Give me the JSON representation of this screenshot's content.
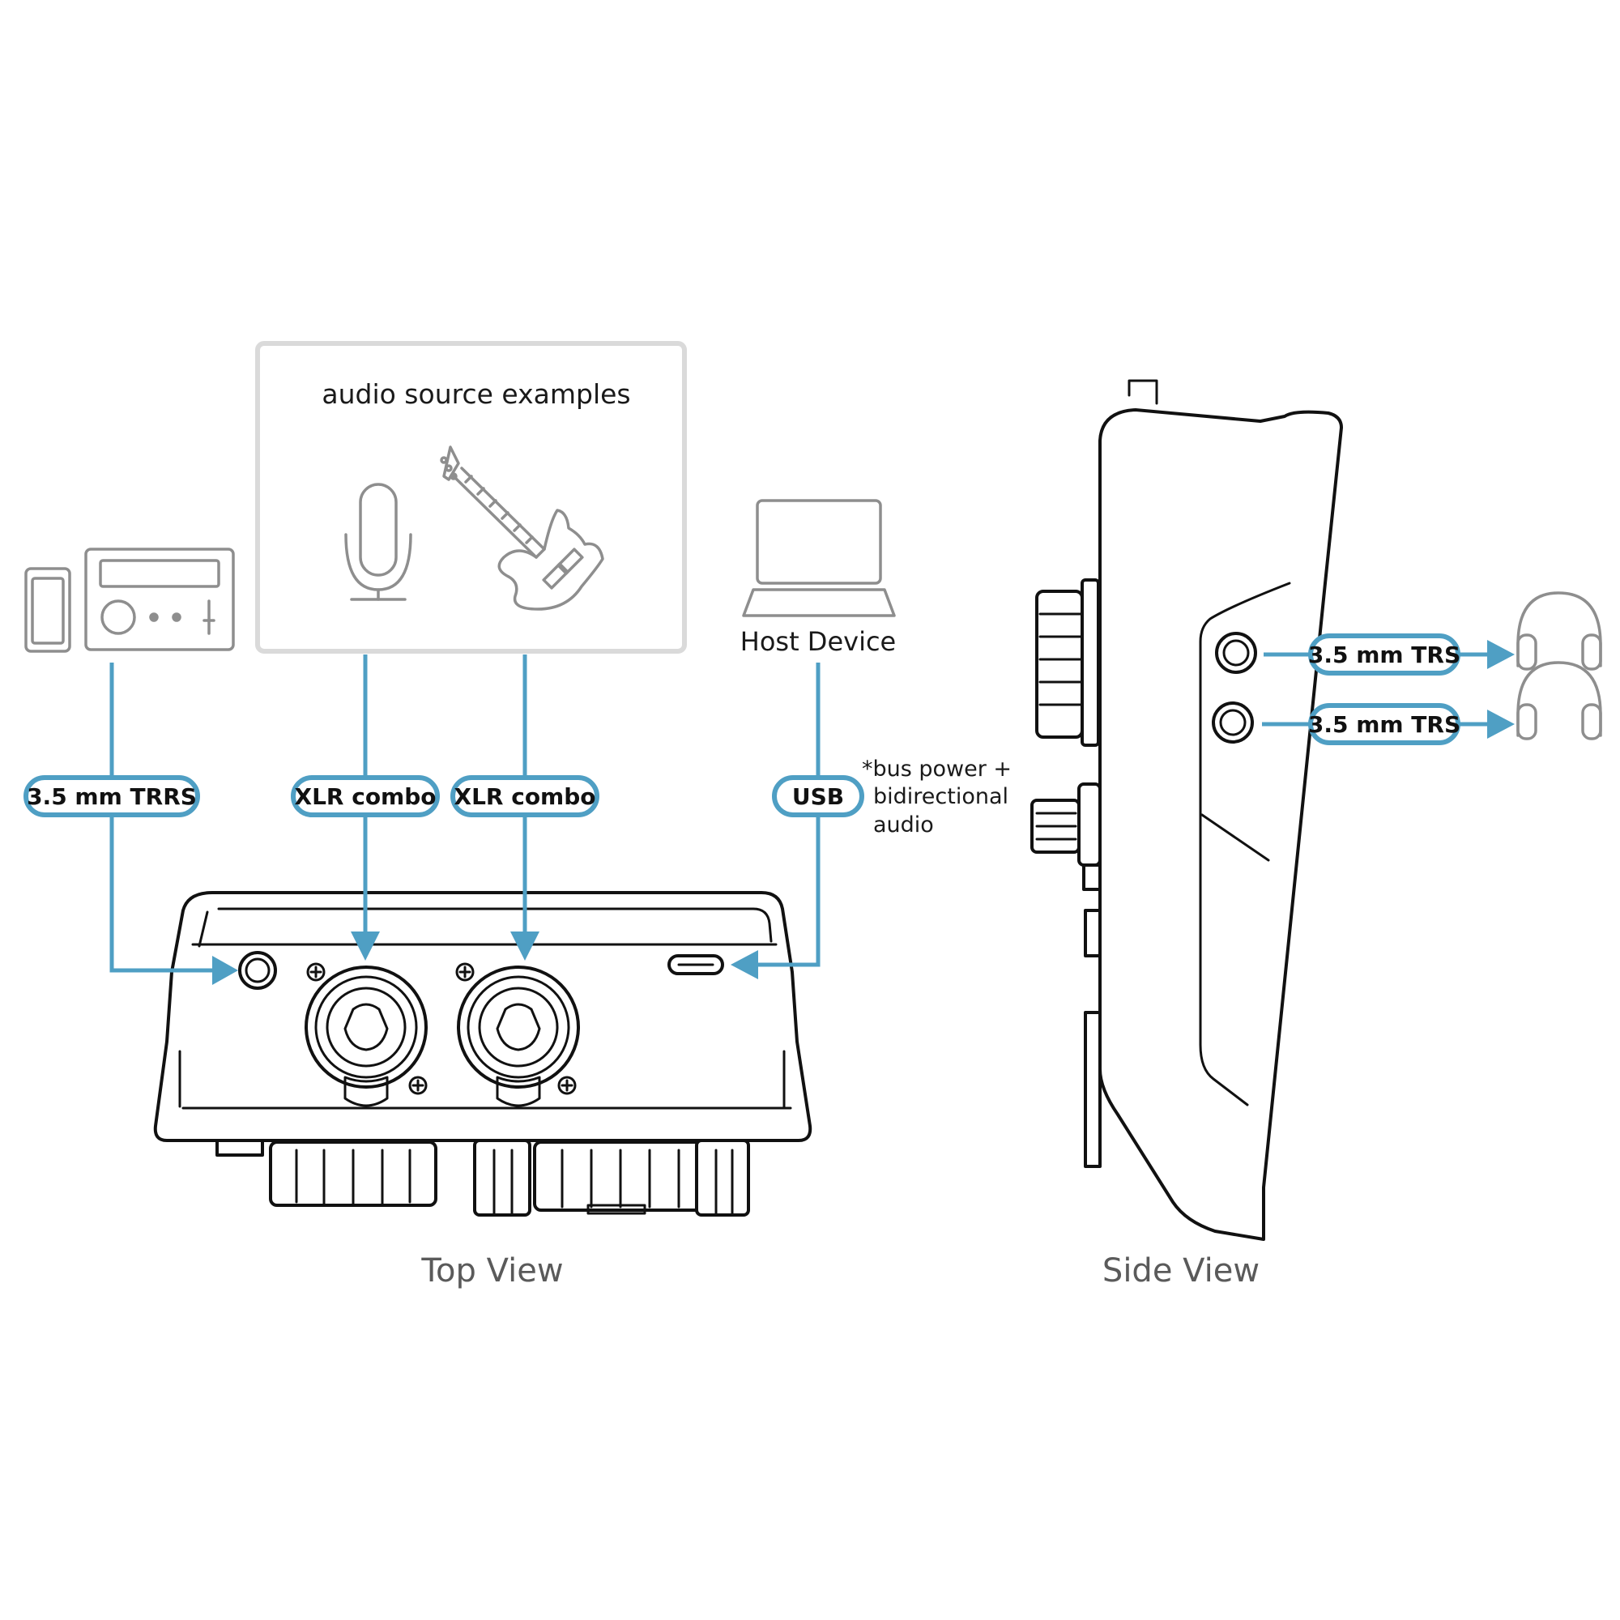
{
  "source_box": {
    "title": "audio source examples"
  },
  "host_device": {
    "label": "Host Device"
  },
  "usb_note": {
    "line1": "*bus power +",
    "line2": "bidirectional",
    "line3": "audio"
  },
  "connectors": {
    "trrs": "3.5 mm TRRS",
    "xlr1": "XLR combo",
    "xlr2": "XLR combo",
    "usb": "USB",
    "trs1": "3.5 mm TRS",
    "trs2": "3.5 mm TRS"
  },
  "views": {
    "top": "Top View",
    "side": "Side View"
  },
  "colors": {
    "accent": "#4f9fc4",
    "icon_gray": "#8e8e8e",
    "outline": "#111111"
  },
  "icons": [
    "smartphone-icon",
    "audio-receiver-icon",
    "microphone-icon",
    "bass-guitar-icon",
    "laptop-icon",
    "headphones-icon"
  ]
}
